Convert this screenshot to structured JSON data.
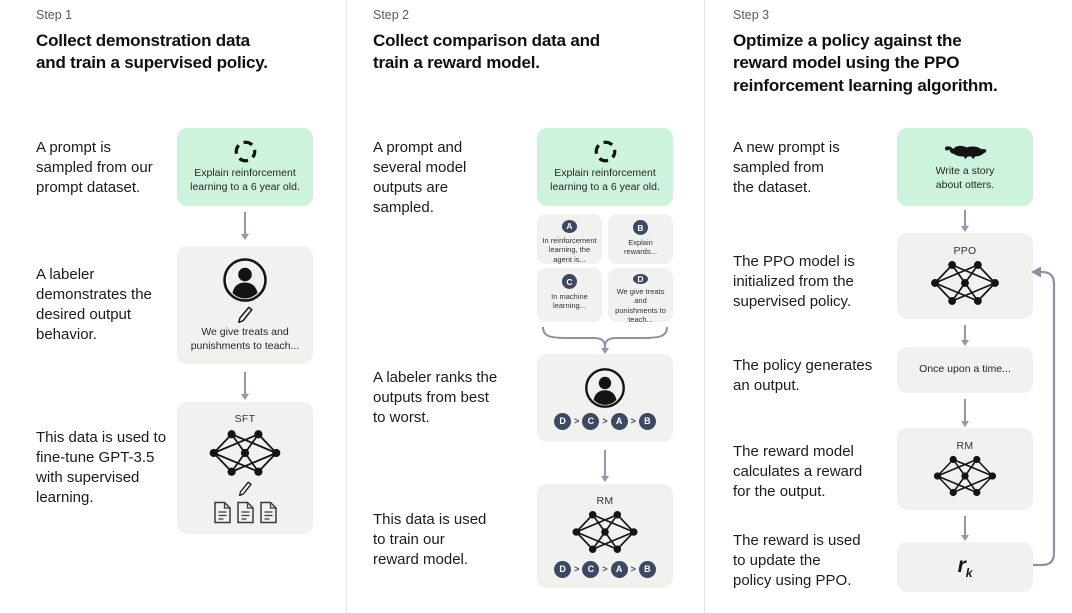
{
  "colors": {
    "prompt_green": "#cdf3dd",
    "box_gray": "#f1f1ef",
    "badge_navy": "#3d4963",
    "arrow_gray": "#9298ab",
    "divider_gray": "#e6e6e4"
  },
  "icons": {
    "cycle": "cycle-icon",
    "otter": "otter-icon",
    "labeler": "person-icon",
    "edit": "pencil-icon",
    "model": "network-icon",
    "documents": "documents-icon"
  },
  "step1": {
    "step_label": "Step 1",
    "title": "Collect demonstration data\nand train a supervised policy.",
    "row1_label": "A prompt is\nsampled from our\nprompt dataset.",
    "prompt_text": "Explain reinforcement\nlearning to a 6 year old.",
    "row2_label": "A labeler\ndemonstrates the\ndesired output\nbehavior.",
    "labeler_text": "We give treats and\npunishments to teach...",
    "row3_label": "This data is used to\nfine-tune GPT-3.5\nwith supervised\nlearning.",
    "model_label": "SFT"
  },
  "step2": {
    "step_label": "Step 2",
    "title": "Collect comparison data and\ntrain a reward model.",
    "row1_label": "A prompt and\nseveral model\noutputs are\nsampled.",
    "prompt_text": "Explain reinforcement\nlearning to a 6 year old.",
    "outputs": [
      {
        "id": "A",
        "text": "In reinforcement\nlearning, the\nagent is..."
      },
      {
        "id": "B",
        "text": "Explain rewards..."
      },
      {
        "id": "C",
        "text": "In machine\nlearning..."
      },
      {
        "id": "D",
        "text": "We give treats and\npunishments to\nteach..."
      }
    ],
    "row2_label": "A labeler ranks the\noutputs from best\nto worst.",
    "ranking": [
      "D",
      "C",
      "A",
      "B"
    ],
    "ranking_separator": ">",
    "row3_label": "This data is used\nto train our\nreward model.",
    "model_label": "RM"
  },
  "step3": {
    "step_label": "Step 3",
    "title": "Optimize a policy against the\nreward model using the PPO\nreinforcement learning algorithm.",
    "row1_label": "A new prompt is\nsampled from\nthe dataset.",
    "prompt_text": "Write a story\nabout otters.",
    "row2_label": "The PPO model is\ninitialized from the\nsupervised policy.",
    "ppo_label": "PPO",
    "row3_label": "The policy generates\nan output.",
    "output_text": "Once upon a time...",
    "row4_label": "The reward model\ncalculates a reward\nfor the output.",
    "rm_label": "RM",
    "row5_label": "The reward is used\nto update the\npolicy using PPO.",
    "reward_base": "r",
    "reward_sub": "k"
  }
}
